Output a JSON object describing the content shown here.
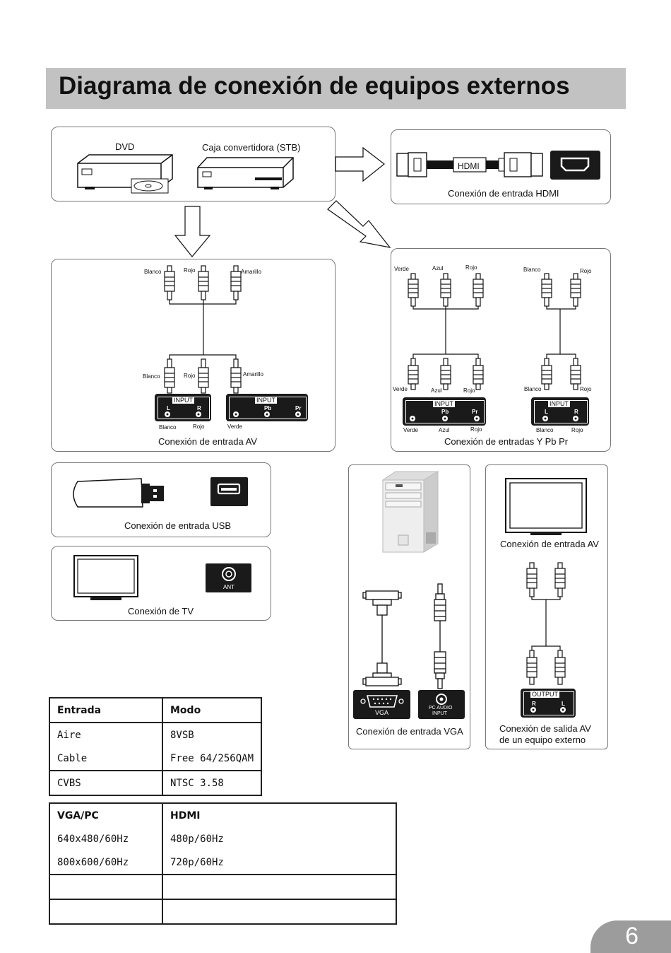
{
  "title": "Diagrama de conexión de equipos externos",
  "top_panel": {
    "dvd_label": "DVD",
    "stb_label": "Caja convertidora (STB)"
  },
  "hdmi_panel": {
    "cable_label": "HDMI",
    "caption": "Conexión de entrada HDMI"
  },
  "av_panel": {
    "top_labels": [
      "Blanco",
      "Rojo",
      "Amarillo"
    ],
    "bottom_labels": [
      "Blanco",
      "Rojo",
      "Amarillo"
    ],
    "input_label": "INPUT",
    "left_jacks": [
      "L",
      "R"
    ],
    "right_jacks": [
      "Pb",
      "Pr"
    ],
    "under_labels": [
      "Blanco",
      "Rojo",
      "Verde"
    ],
    "caption": "Conexión de entrada AV"
  },
  "ypbpr_panel": {
    "top_left": [
      "Verde",
      "Azul",
      "Rojo"
    ],
    "top_right": [
      "Blanco",
      "Rojo"
    ],
    "bottom_left": [
      "Verde",
      "Azul",
      "Rojo"
    ],
    "bottom_right": [
      "Blanco",
      "Rojo"
    ],
    "input_label": "INPUT",
    "left_jacks": [
      "Pb",
      "Pr"
    ],
    "right_jacks": [
      "L",
      "R"
    ],
    "under_left": [
      "Verde",
      "Azul",
      "Rojo"
    ],
    "under_right": [
      "Blanco",
      "Rojo"
    ],
    "caption": "Conexión de entradas Y Pb Pr"
  },
  "usb_panel": {
    "caption": "Conexión de entrada USB"
  },
  "tv_panel": {
    "ant_label": "ANT",
    "caption": "Conexión de TV"
  },
  "vga_panel": {
    "vga_label": "VGA",
    "audio_label_1": "PC AUDIO",
    "audio_label_2": "INPUT",
    "caption": "Conexión de entrada VGA"
  },
  "avout_panel": {
    "caption_top": "Conexión de entrada AV",
    "output_label": "OUTPUT",
    "jacks": [
      "R",
      "L"
    ],
    "caption_1": "Conexión de salida AV",
    "caption_2": "de un equipo externo"
  },
  "table1": {
    "headers": [
      "Entrada",
      "Modo"
    ],
    "rows": [
      [
        "Aire",
        "8VSB"
      ],
      [
        "Cable",
        "Free 64/256QAM"
      ],
      [
        "CVBS",
        "NTSC 3.58"
      ]
    ]
  },
  "table2": {
    "headers": [
      "VGA/PC",
      "HDMI"
    ],
    "rows": [
      [
        "640x480/60Hz",
        "480p/60Hz"
      ],
      [
        "800x600/60Hz",
        "720p/60Hz"
      ],
      [
        "",
        ""
      ],
      [
        "",
        ""
      ]
    ]
  },
  "page_number": "6"
}
